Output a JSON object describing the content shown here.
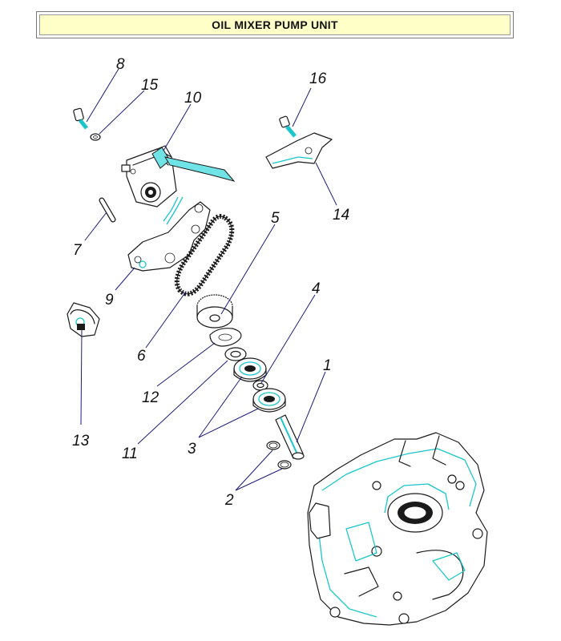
{
  "title": "OIL MIXER PUMP UNIT",
  "callouts": [
    "1",
    "2",
    "3",
    "4",
    "5",
    "6",
    "7",
    "8",
    "9",
    "10",
    "11",
    "12",
    "13",
    "14",
    "15",
    "16"
  ],
  "colors": {
    "title_bg": "#ffffc8",
    "accent": "#19c6cc",
    "leader": "#1c1c7a"
  }
}
